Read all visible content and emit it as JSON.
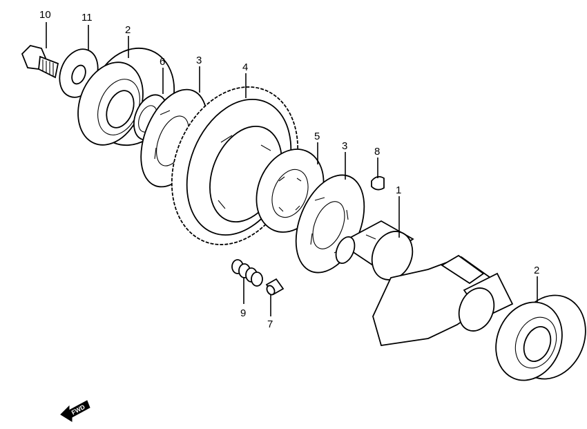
{
  "callouts": {
    "c10": "10",
    "c11": "11",
    "c2a": "2",
    "c6": "6",
    "c3a": "3",
    "c4": "4",
    "c5": "5",
    "c3b": "3",
    "c8": "8",
    "c1": "1",
    "c2b": "2",
    "c9": "9",
    "c7": "7"
  },
  "fwd_label": "FWD"
}
